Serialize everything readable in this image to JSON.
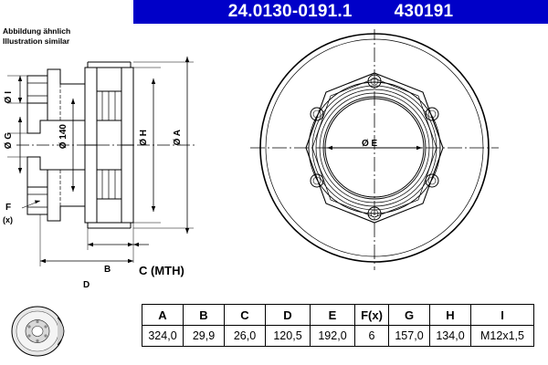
{
  "header": {
    "part_number": "24.0130-0191.1",
    "ref_number": "430191",
    "bg_color": "#0000c8"
  },
  "note": {
    "line1": "Abbildung ähnlich",
    "line2": "Illustration similar"
  },
  "section_labels": {
    "dia_I": "Ø I",
    "dia_G": "Ø G",
    "dia_140": "Ø 140",
    "dia_H": "Ø H",
    "dia_A": "Ø A",
    "F": "F",
    "Fx": "(x)",
    "B": "B",
    "C": "C (MTH)",
    "D": "D",
    "dia_E": "Ø E"
  },
  "table": {
    "headers": [
      "A",
      "B",
      "C",
      "D",
      "E",
      "F(x)",
      "G",
      "H",
      "I"
    ],
    "values": [
      "324,0",
      "29,9",
      "26,0",
      "120,5",
      "192,0",
      "6",
      "157,0",
      "134,0",
      "M12x1,5"
    ]
  }
}
